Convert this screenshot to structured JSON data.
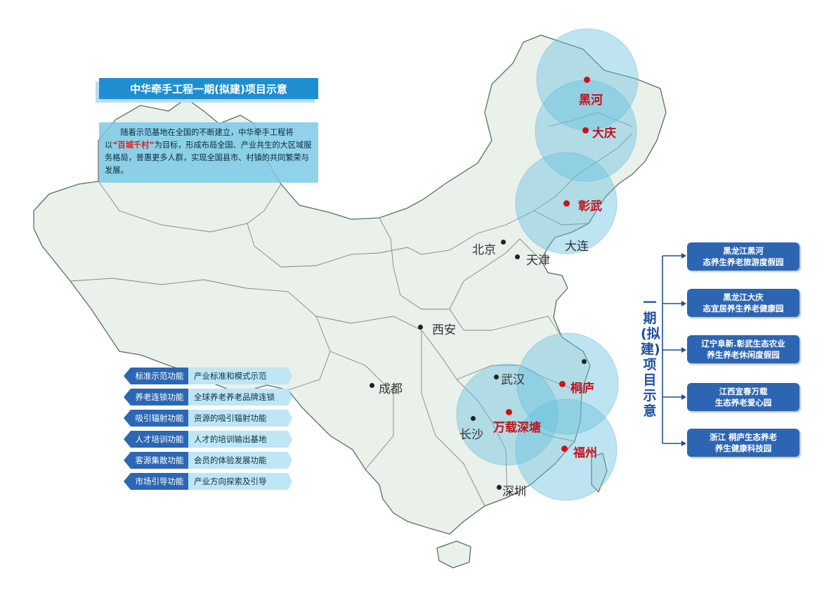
{
  "title": "中华牵手工程一期(拟建)项目示意",
  "description": {
    "before": "随着示范基地在全国的不断建立，中华牵手工程将以",
    "highlight": "“百城千村”",
    "after": "为目标，形成布局全国、产业共生的大区域服务格局，普惠更多人群，实现全国县市、村镇的共同繁荣与发展。"
  },
  "functions": [
    {
      "tag": "标准示范功能",
      "desc": "产业标准和模式示范"
    },
    {
      "tag": "养老连锁功能",
      "desc": "全球养老养老品牌连锁"
    },
    {
      "tag": "吸引辐射功能",
      "desc": "资源的吸引辐射功能"
    },
    {
      "tag": "人才培训功能",
      "desc": "人才的培训输出基地"
    },
    {
      "tag": "客源集散功能",
      "desc": "会员的体验发展功能"
    },
    {
      "tag": "市场引导功能",
      "desc": "产业方向探索及引导"
    }
  ],
  "cities": {
    "project": [
      "黑河",
      "大庆",
      "彰武",
      "桐庐",
      "万载深塘",
      "福州"
    ],
    "reference": [
      "大连",
      "北京",
      "天津",
      "西安",
      "成都",
      "武汉",
      "长沙",
      "深圳"
    ]
  },
  "side_title": "一期(拟建)项目示意",
  "projects": [
    {
      "line1": "黑龙江黑河",
      "line2": "态养生养老旅游度假园"
    },
    {
      "line1": "黑龙江大庆",
      "line2": "态宜居养生养老健康园"
    },
    {
      "line1": "辽宁阜新.彰武生态农业",
      "line2": "养生养老休闲度假园"
    },
    {
      "line1": "江西宜春万载",
      "line2": "生态养老爱心园"
    },
    {
      "line1": "浙江 桐庐生态养老",
      "line2": "养生健康科技园"
    }
  ],
  "colors": {
    "title_bg": "#1f8ed0",
    "project_box": "#2c66b3",
    "project_city": "#c3121d",
    "circle": "#64bee1",
    "map_fill": "#e9f1ea"
  }
}
